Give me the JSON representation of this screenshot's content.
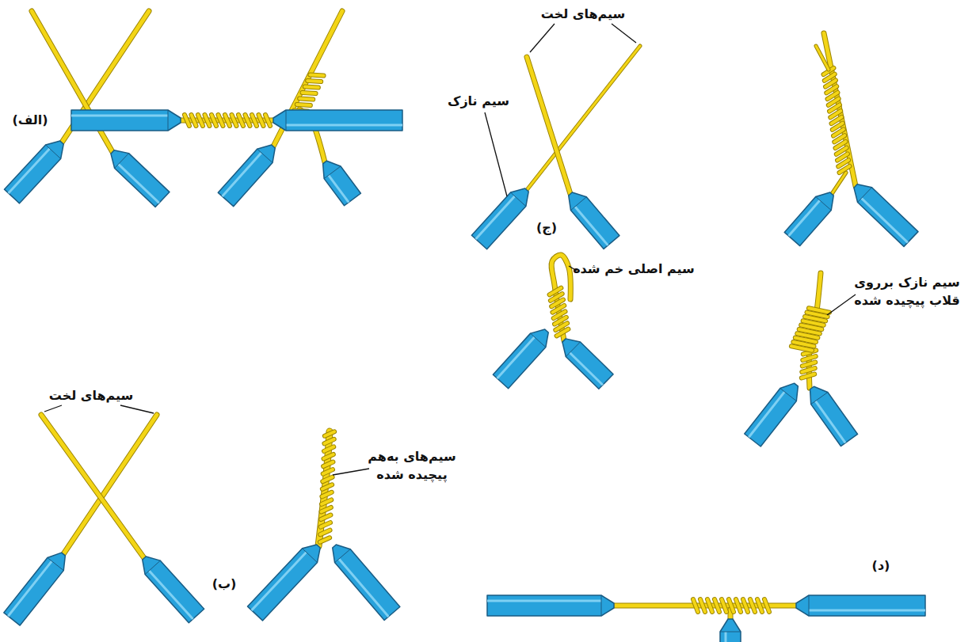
{
  "diagram": {
    "labels": [
      "سیم‌های لخت",
      "سیم نازک",
      "(ج)",
      "سیم اصلی خم شده",
      "سیم نازک برروی قلاب پیچیده شده",
      "(الف)",
      "سیم‌های لخت",
      "سیم‌های به‌هم پیچیده شده",
      "(ب)",
      "(د)"
    ]
  }
}
